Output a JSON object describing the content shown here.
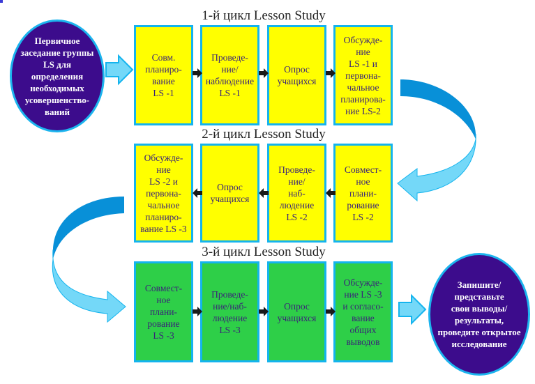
{
  "cycles": [
    {
      "title": "1-й цикл Lesson Study",
      "color": "#ffff00",
      "steps": [
        "Совм.\nпланиро-\nвание\nLS -1",
        "Проведе-\nние/\nнаблюдение\nLS -1",
        "Опрос\nучащихся",
        "Обсужде-\nние\nLS -1 и\nпервона-\nчальное\nпланирова-\nние LS-2"
      ]
    },
    {
      "title": "2-й цикл Lesson Study",
      "color": "#ffff00",
      "steps": [
        "Обсужде-\nние\nLS -2 и\nпервона-\nчальное\nпланиро-\nвание LS -3",
        "Опрос\nучащихся",
        "Проведе-\nние/\nнаб-\nлюдение\nLS -2",
        "Совмест-\nное\nплани-\nрование\nLS -2"
      ]
    },
    {
      "title": "3-й цикл Lesson Study",
      "color": "#2ecf48",
      "steps": [
        "Совмест-\nное\nплани-\nрование\nLS -3",
        "Проведе-\nние/наб-\nлюдение\nLS -3",
        "Опрос\nучащихся",
        "Обсужде-\nние  LS -3\nи согласо-\nвание\nобщих\nвыводов"
      ]
    }
  ],
  "start_oval": "Первичное\nзаседание группы\nLS для\nопределения\nнеобходимых\nусовершенство-\nваний",
  "end_oval": "Запишите/\nпредставьте\nсвои выводы/\nрезультаты,\nпроведите открытое\nисследование",
  "colors": {
    "oval_fill": "#3c0c8c",
    "border": "#14b4ee",
    "arrow_light": "#74d8f8",
    "arrow_dark": "#0890d8",
    "connector": "#1a1a1a"
  }
}
